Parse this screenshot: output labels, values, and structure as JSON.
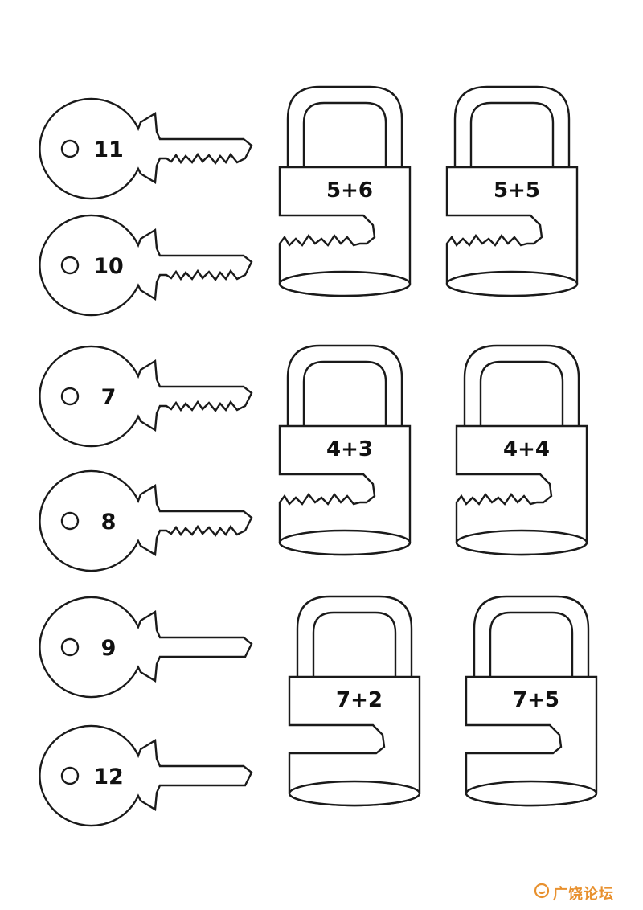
{
  "keys": [
    {
      "label": "11",
      "teeth": true
    },
    {
      "label": "10",
      "teeth": true
    },
    {
      "label": "7",
      "teeth": true
    },
    {
      "label": "8",
      "teeth": true
    },
    {
      "label": "9",
      "teeth": false
    },
    {
      "label": "12",
      "teeth": false
    }
  ],
  "locks": [
    {
      "expr": "5+6",
      "teeth": true
    },
    {
      "expr": "5+5",
      "teeth": true
    },
    {
      "expr": "4+3",
      "teeth": true
    },
    {
      "expr": "4+4",
      "teeth": true
    },
    {
      "expr": "7+2",
      "teeth": false
    },
    {
      "expr": "7+5",
      "teeth": false
    }
  ],
  "watermark": {
    "text": "广饶论坛",
    "color": "#e8912f",
    "icon": "smiley-logo-icon"
  },
  "colors": {
    "ink": "#1a1a1a",
    "background": "#ffffff"
  }
}
